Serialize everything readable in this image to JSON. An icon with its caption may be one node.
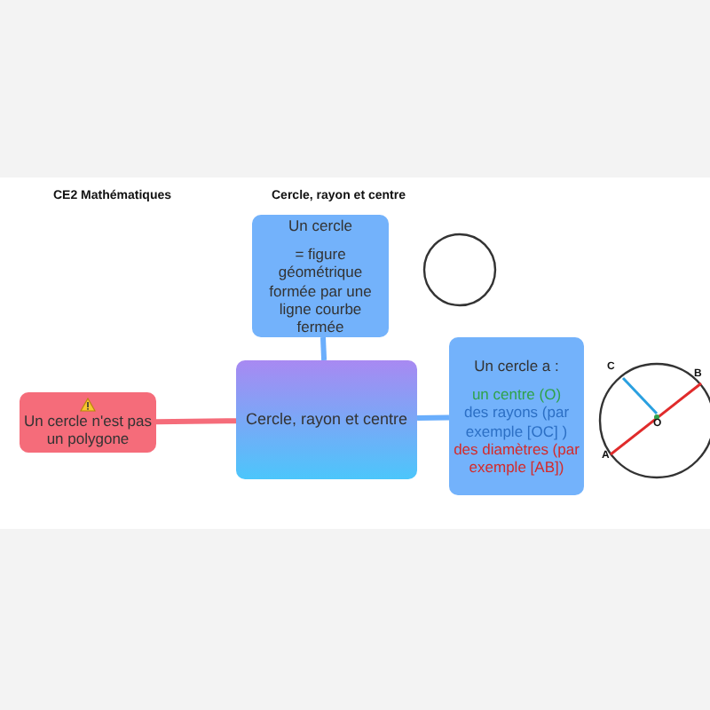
{
  "diagram": {
    "title": "Cercle, rayon et centre",
    "nodes": [
      {
        "text": [
          "Cercle, rayon et centre"
        ]
      },
      {
        "text": [
          "Un cercle",
          "= figure géométrique formée par une ligne courbe fermée"
        ]
      },
      {
        "text": [
          "Un cercle n'est pas un polygone"
        ]
      },
      {
        "text": [
          "Un cercle a :",
          "un centre (O)",
          "des rayons (par exemple [OC] )",
          "des diamètres (par exemple [AB])"
        ]
      }
    ],
    "edges": [
      {
        "from": 0,
        "to": 1,
        "arrow": "none"
      },
      {
        "from": 0,
        "to": 2,
        "arrow": "none",
        "color": "#f56c7a"
      },
      {
        "from": 0,
        "to": 3,
        "arrow": "none"
      }
    ],
    "labels": [
      "CE2 Mathématiques",
      "C",
      "B",
      "O",
      "A"
    ]
  }
}
